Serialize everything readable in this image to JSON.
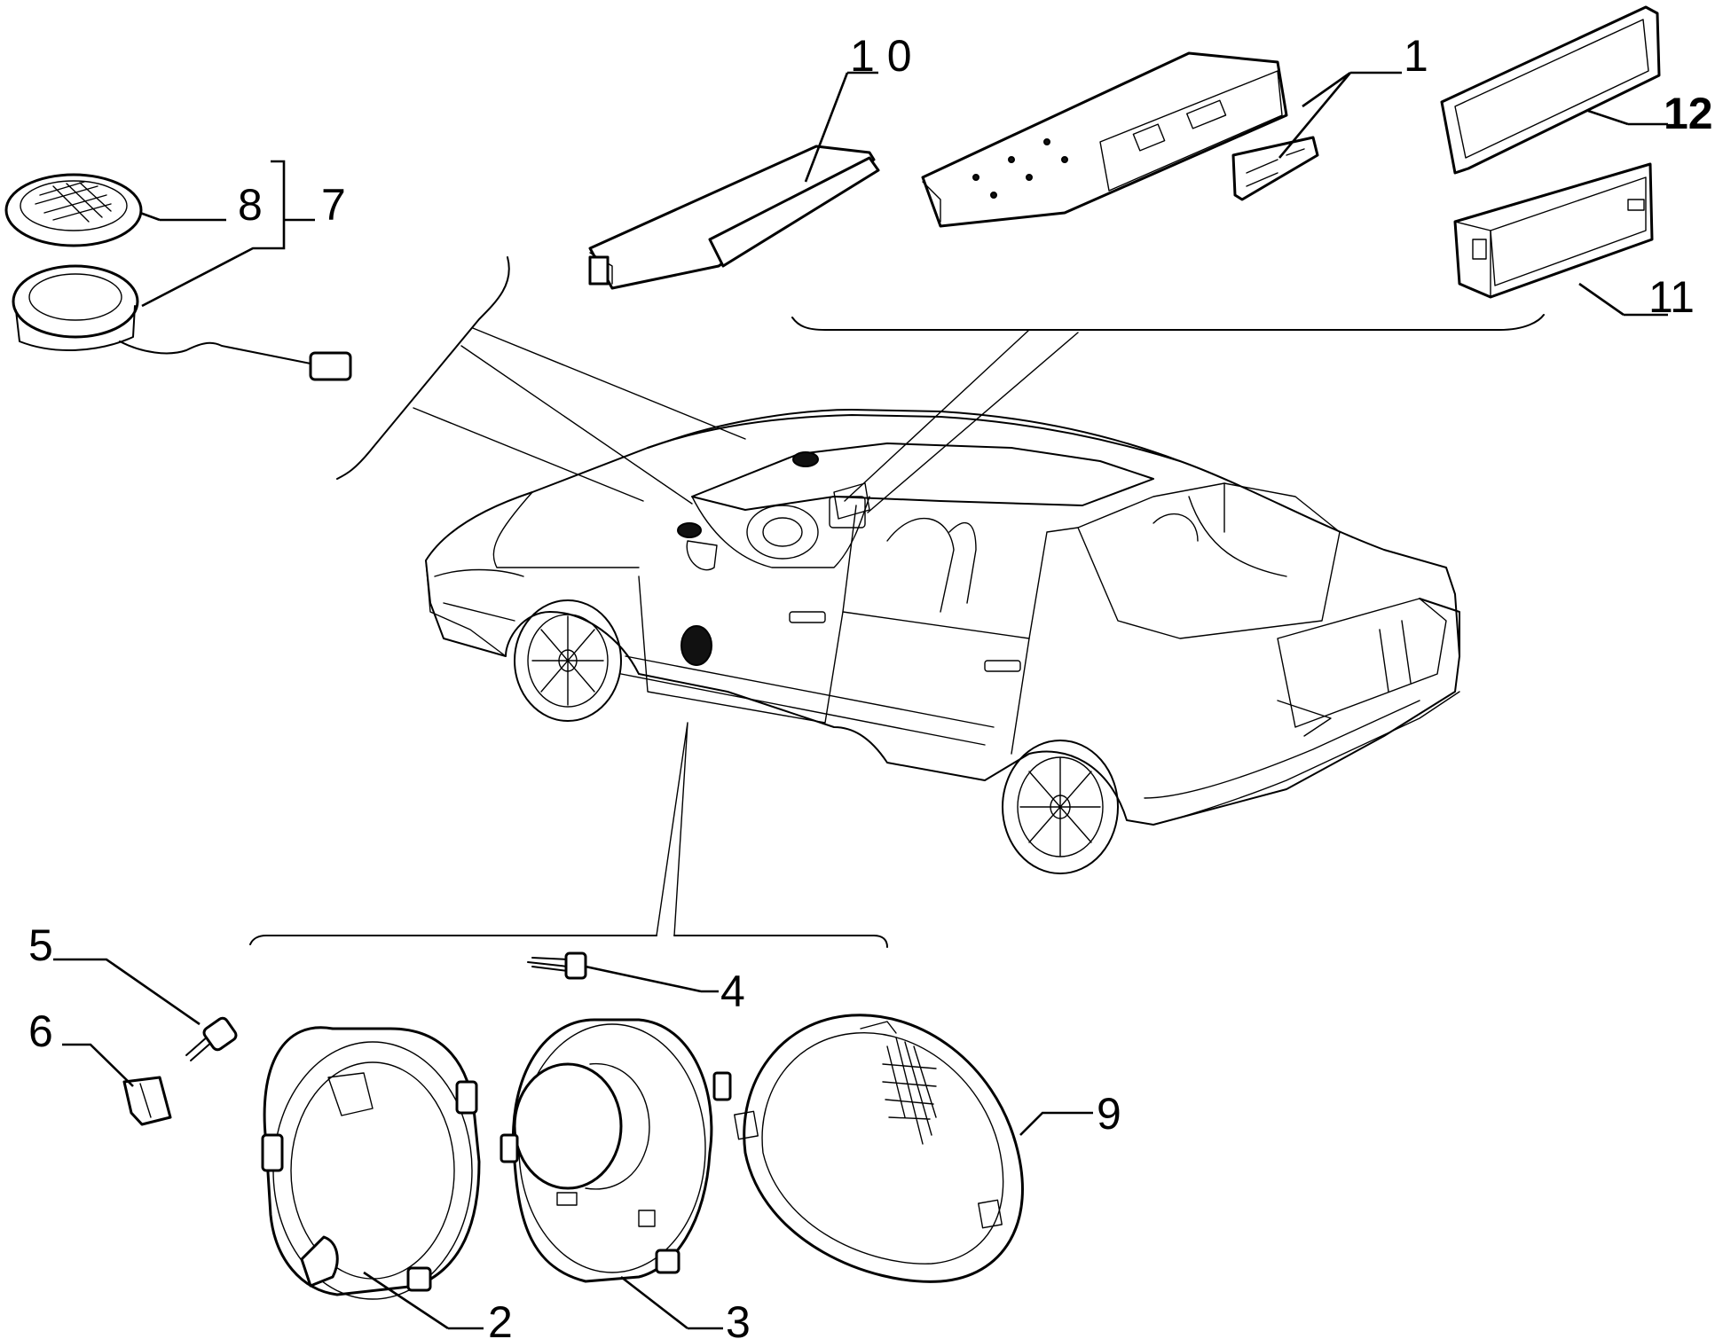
{
  "callouts": [
    {
      "id": "c1",
      "text": "1"
    },
    {
      "id": "c2",
      "text": "2"
    },
    {
      "id": "c3",
      "text": "3"
    },
    {
      "id": "c4",
      "text": "4"
    },
    {
      "id": "c5",
      "text": "5"
    },
    {
      "id": "c6",
      "text": "6"
    },
    {
      "id": "c7",
      "text": "7"
    },
    {
      "id": "c8",
      "text": "8"
    },
    {
      "id": "c9",
      "text": "9"
    },
    {
      "id": "c10",
      "text": "1 0"
    },
    {
      "id": "c11",
      "text": "11"
    },
    {
      "id": "c12",
      "text": "12"
    }
  ],
  "colors": {
    "line": "#000000",
    "background": "#ffffff"
  }
}
